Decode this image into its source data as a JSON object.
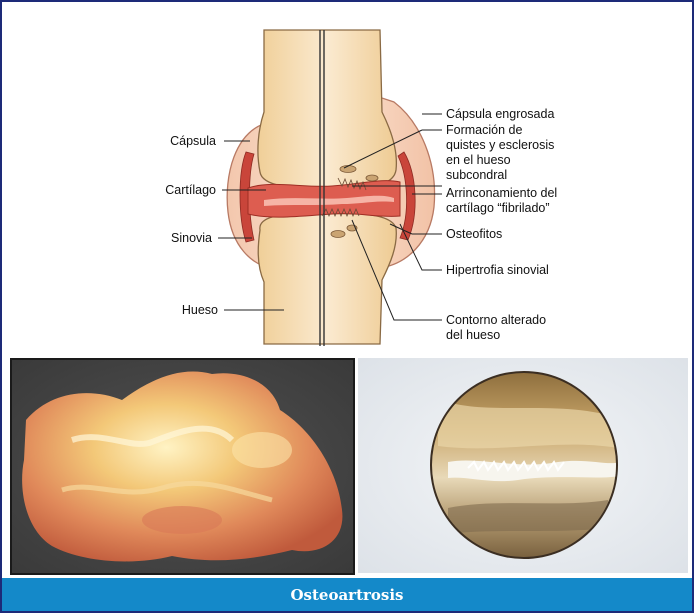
{
  "diagram": {
    "left_labels": {
      "capsula": "Cápsula",
      "cartilago": "Cartílago",
      "sinovia": "Sinovia",
      "hueso": "Hueso"
    },
    "right_labels": {
      "capsula_engrosada": "Cápsula engrosada",
      "quistes_l1": "Formación de",
      "quistes_l2": "quistes y esclerosis",
      "quistes_l3": "en el hueso",
      "quistes_l4": "subcondral",
      "arrinconamiento_l1": "Arrinconamiento del",
      "arrinconamiento_l2": "cartílago “fibrilado”",
      "osteofitos": "Osteofitos",
      "hipertrofia": "Hipertrofia sinovial",
      "contorno_l1": "Contorno alterado",
      "contorno_l2": "del hueso"
    }
  },
  "caption": "Osteoartrosis",
  "colors": {
    "frame": "#1d2a78",
    "caption_bar": "#1489c9",
    "bone": "#f5ddb0",
    "capsule": "#f6cfb6",
    "cartilage": "#d8473c"
  }
}
